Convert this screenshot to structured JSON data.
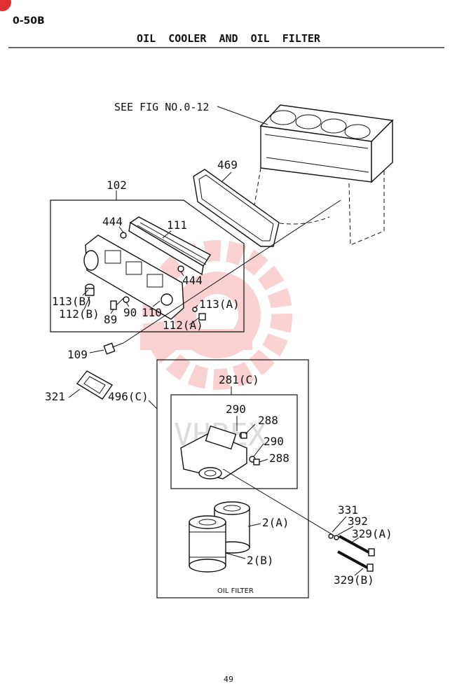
{
  "header": {
    "page_code": "0-50B",
    "title": "OIL  COOLER  AND  OIL  FILTER"
  },
  "reference_note": "SEE FIG NO.0-12",
  "callouts": {
    "p469": "469",
    "p102": "102",
    "p444_top": "444",
    "p111": "111",
    "p444_right": "444",
    "p113b": "113(B)",
    "p112b": "112(B)",
    "p89": "89",
    "p90": "90",
    "p110": "110",
    "p113a": "113(A)",
    "p112a": "112(A)",
    "p109": "109",
    "p321": "321",
    "p496c": "496(C)",
    "p281c": "281(C)",
    "p290_top": "290",
    "p288_top": "288",
    "p290_mid": "290",
    "p288_mid": "288",
    "p2a": "2(A)",
    "p2b": "2(B)",
    "p331": "331",
    "p392": "392",
    "p329a": "329(A)",
    "p329b": "329(B)"
  },
  "filter_caption": "OIL FILTER",
  "page_number": "49",
  "watermark": {
    "text": "VHBEX",
    "color": "#e8323a"
  },
  "colors": {
    "line": "#111111",
    "badge": "#e03030"
  }
}
